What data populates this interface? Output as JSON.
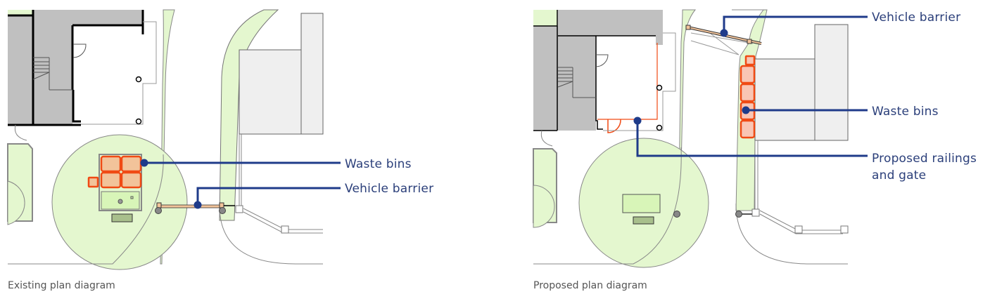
{
  "existing": {
    "caption": "Existing plan diagram",
    "labels": {
      "waste_bins": "Waste bins",
      "vehicle_barrier": "Vehicle barrier"
    }
  },
  "proposed": {
    "caption": "Proposed plan diagram",
    "labels": {
      "vehicle_barrier": "Vehicle barrier",
      "waste_bins": "Waste bins",
      "railings_line1": "Proposed railings",
      "railings_line2": "and gate"
    }
  },
  "colors": {
    "callout": "#1f3b8a",
    "label_text": "#2b3f7a",
    "bin_fill": "#f2c39a",
    "bin_stroke": "#f04a14",
    "green_area": "#e4f7cf",
    "building": "#c0c0c0",
    "light_building": "#efefef"
  }
}
